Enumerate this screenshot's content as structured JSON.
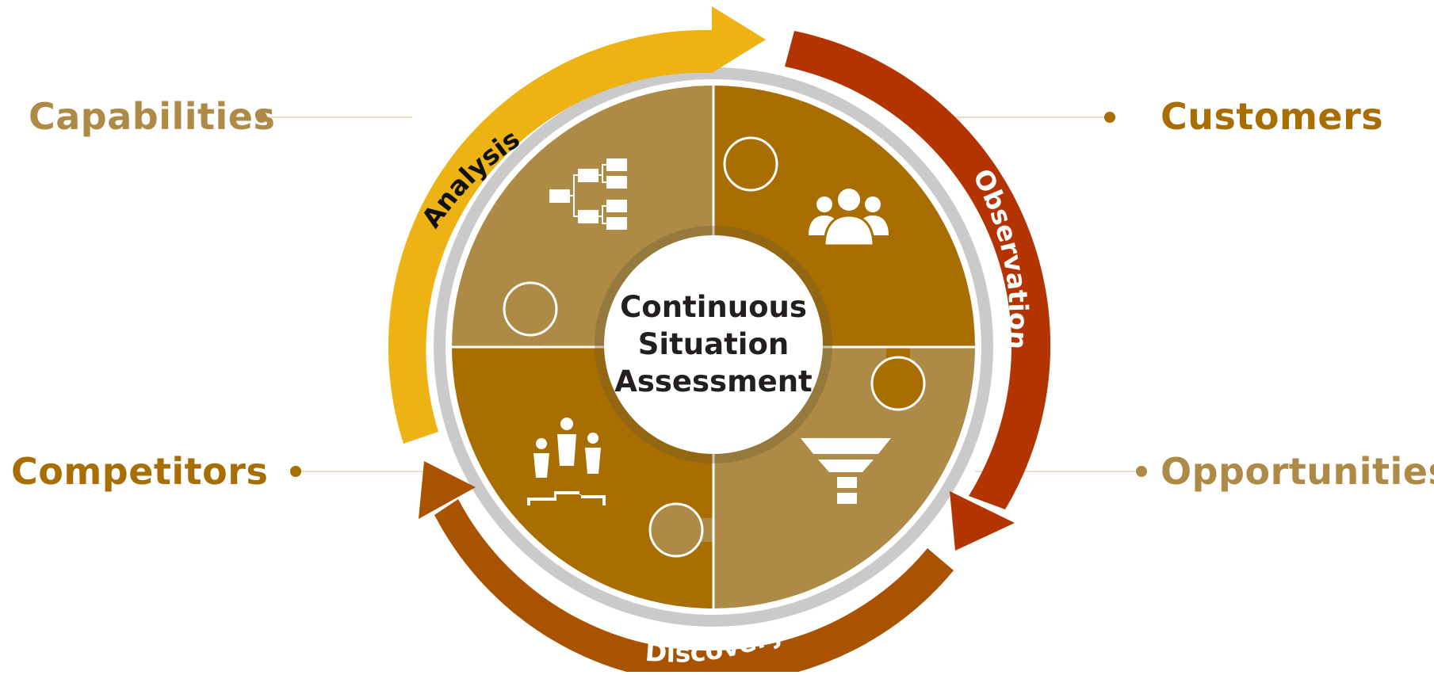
{
  "center": {
    "line1": "Continuous",
    "line2": "Situation",
    "line3": "Assessment"
  },
  "arcs": {
    "analysis": "Analysis",
    "observation": "Observation",
    "discovery": "Discovery"
  },
  "labels": {
    "capabilities": "Capabilities",
    "customers": "Customers",
    "competitors": "Competitors",
    "opportunities": "Opportunities"
  },
  "quadrant_icons": {
    "top_left": "hierarchy-icon",
    "top_right": "team-icon",
    "bottom_left": "podium-icon",
    "bottom_right": "funnel-icon"
  },
  "colors": {
    "light_piece": "#AD8A45",
    "dark_piece": "#A86E02",
    "analysis_arrow": "#EDB214",
    "observation_arrow": "#B33301",
    "discovery_arrow": "#A95301",
    "capabilities_text": "#AD8A45",
    "customers_text": "#A86E02",
    "competitors_text": "#A86E02",
    "opportunities_text": "#AD8A45",
    "ring": "#CACACA",
    "connector": "#E3D4B5"
  }
}
